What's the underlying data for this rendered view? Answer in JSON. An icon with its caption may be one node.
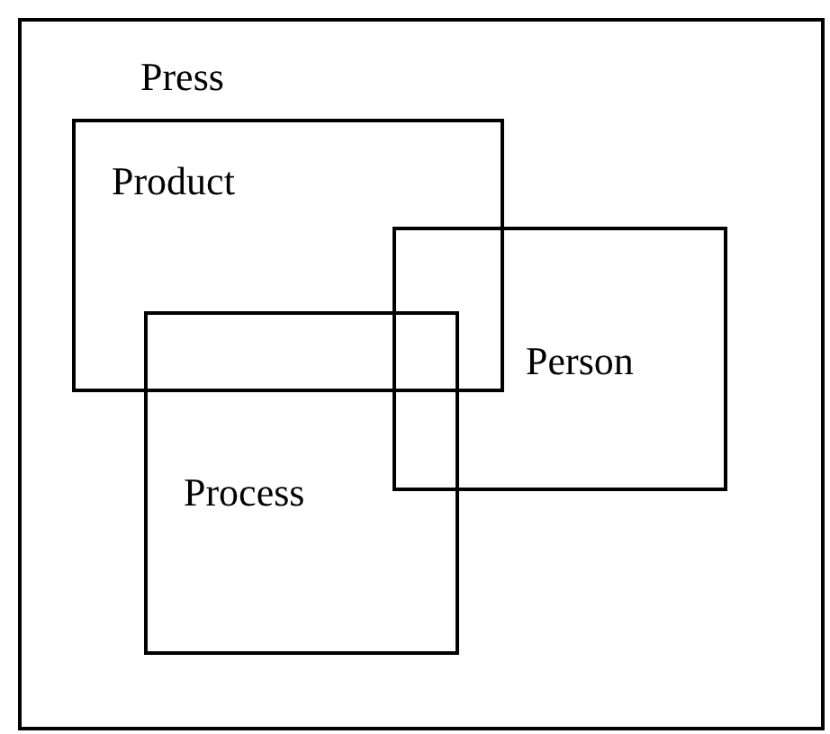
{
  "diagram": {
    "nodes": [
      {
        "text": [
          "Press"
        ]
      },
      {
        "text": [
          "Product"
        ],
        "in": 0
      },
      {
        "text": [
          "Person"
        ],
        "in": 0
      },
      {
        "text": [
          "Process"
        ],
        "in": 0
      }
    ]
  }
}
